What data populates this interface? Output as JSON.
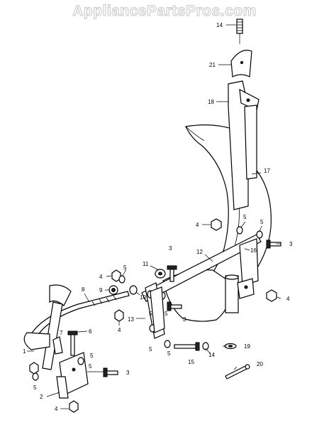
{
  "watermark": "AppliancePartsPros.com",
  "callouts": [
    {
      "id": "c14a",
      "label": "14"
    },
    {
      "id": "c21",
      "label": "21"
    },
    {
      "id": "c18",
      "label": "18"
    },
    {
      "id": "c17",
      "label": "17"
    },
    {
      "id": "c4a",
      "label": "4"
    },
    {
      "id": "c5a",
      "label": "5"
    },
    {
      "id": "c5b",
      "label": "5"
    },
    {
      "id": "c3a",
      "label": "3"
    },
    {
      "id": "c16",
      "label": "16"
    },
    {
      "id": "c3b",
      "label": "3"
    },
    {
      "id": "c12",
      "label": "12"
    },
    {
      "id": "c11",
      "label": "11"
    },
    {
      "id": "c4b",
      "label": "4"
    },
    {
      "id": "c5c",
      "label": "5"
    },
    {
      "id": "c9",
      "label": "9"
    },
    {
      "id": "c8",
      "label": "8"
    },
    {
      "id": "c10",
      "label": "10"
    },
    {
      "id": "c5d",
      "label": "5"
    },
    {
      "id": "c5e",
      "label": "5"
    },
    {
      "id": "c3c",
      "label": "3"
    },
    {
      "id": "c13",
      "label": "13"
    },
    {
      "id": "c4c",
      "label": "4"
    },
    {
      "id": "c5f",
      "label": "5"
    },
    {
      "id": "c4d",
      "label": "4"
    },
    {
      "id": "c7",
      "label": "7"
    },
    {
      "id": "c6",
      "label": "6"
    },
    {
      "id": "c1",
      "label": "1"
    },
    {
      "id": "c5g",
      "label": "5"
    },
    {
      "id": "c5h",
      "label": "5"
    },
    {
      "id": "c3d",
      "label": "3"
    },
    {
      "id": "c5i",
      "label": "5"
    },
    {
      "id": "c2",
      "label": "2"
    },
    {
      "id": "c4e",
      "label": "4"
    },
    {
      "id": "c5j",
      "label": "5"
    },
    {
      "id": "c15",
      "label": "15"
    },
    {
      "id": "c14b",
      "label": "14"
    },
    {
      "id": "c19",
      "label": "19"
    },
    {
      "id": "c20",
      "label": "20"
    }
  ]
}
